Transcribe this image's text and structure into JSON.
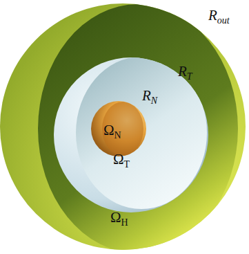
{
  "diagram": {
    "nodes": [
      {
        "text": [
          "Rout",
          "ΩH"
        ]
      },
      {
        "text": [
          "RT",
          "ΩT"
        ],
        "in": 0
      },
      {
        "text": [
          "RN",
          "ΩN"
        ],
        "in": 1
      }
    ]
  }
}
